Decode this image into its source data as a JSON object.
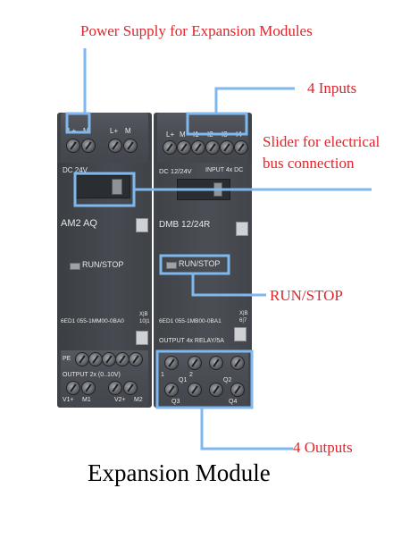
{
  "annotations": {
    "power_supply": "Power Supply for Expansion Modules",
    "inputs": "4 Inputs",
    "slider_line1": "Slider for electrical",
    "slider_line2": "bus connection",
    "run_stop": "RUN/STOP",
    "outputs": "4 Outputs"
  },
  "caption": "Expansion Module",
  "left_module": {
    "term_top_1": "L+",
    "term_top_2": "M",
    "term_top_3": "L+",
    "term_top_4": "M",
    "supply": "DC 24V",
    "name": "AM2 AQ",
    "run_stop": "RUN/STOP",
    "order_no": "6ED1 055-1MM00-0BA0",
    "version": "X|B",
    "version_sub": "10|1",
    "pe": "PE",
    "output_label": "OUTPUT 2x (0..10V)",
    "bottom_1": "V1+",
    "bottom_2": "M1",
    "bottom_3": "V2+",
    "bottom_4": "M2"
  },
  "right_module": {
    "term_top_1": "L+",
    "term_top_2": "M",
    "term_top_3": "I1",
    "term_top_4": "I2",
    "term_top_5": "I3",
    "term_top_6": "I4",
    "supply": "DC 12/24V",
    "input_label": "INPUT 4x DC",
    "name": "DMB 12/24R",
    "run_stop": "RUN/STOP",
    "order_no": "6ED1 055-1MB00-0BA1",
    "version": "X|B",
    "version_sub": "6|7",
    "output_label": "OUTPUT 4x RELAY/5A",
    "q1": "Q1",
    "q2": "Q2",
    "q3": "Q3",
    "q4": "Q4",
    "contact_1": "1",
    "contact_2": "2"
  },
  "colors": {
    "annotation_text": "#e0242b",
    "callout_line": "#7fb8ee",
    "module_body": "#4a4e54"
  }
}
